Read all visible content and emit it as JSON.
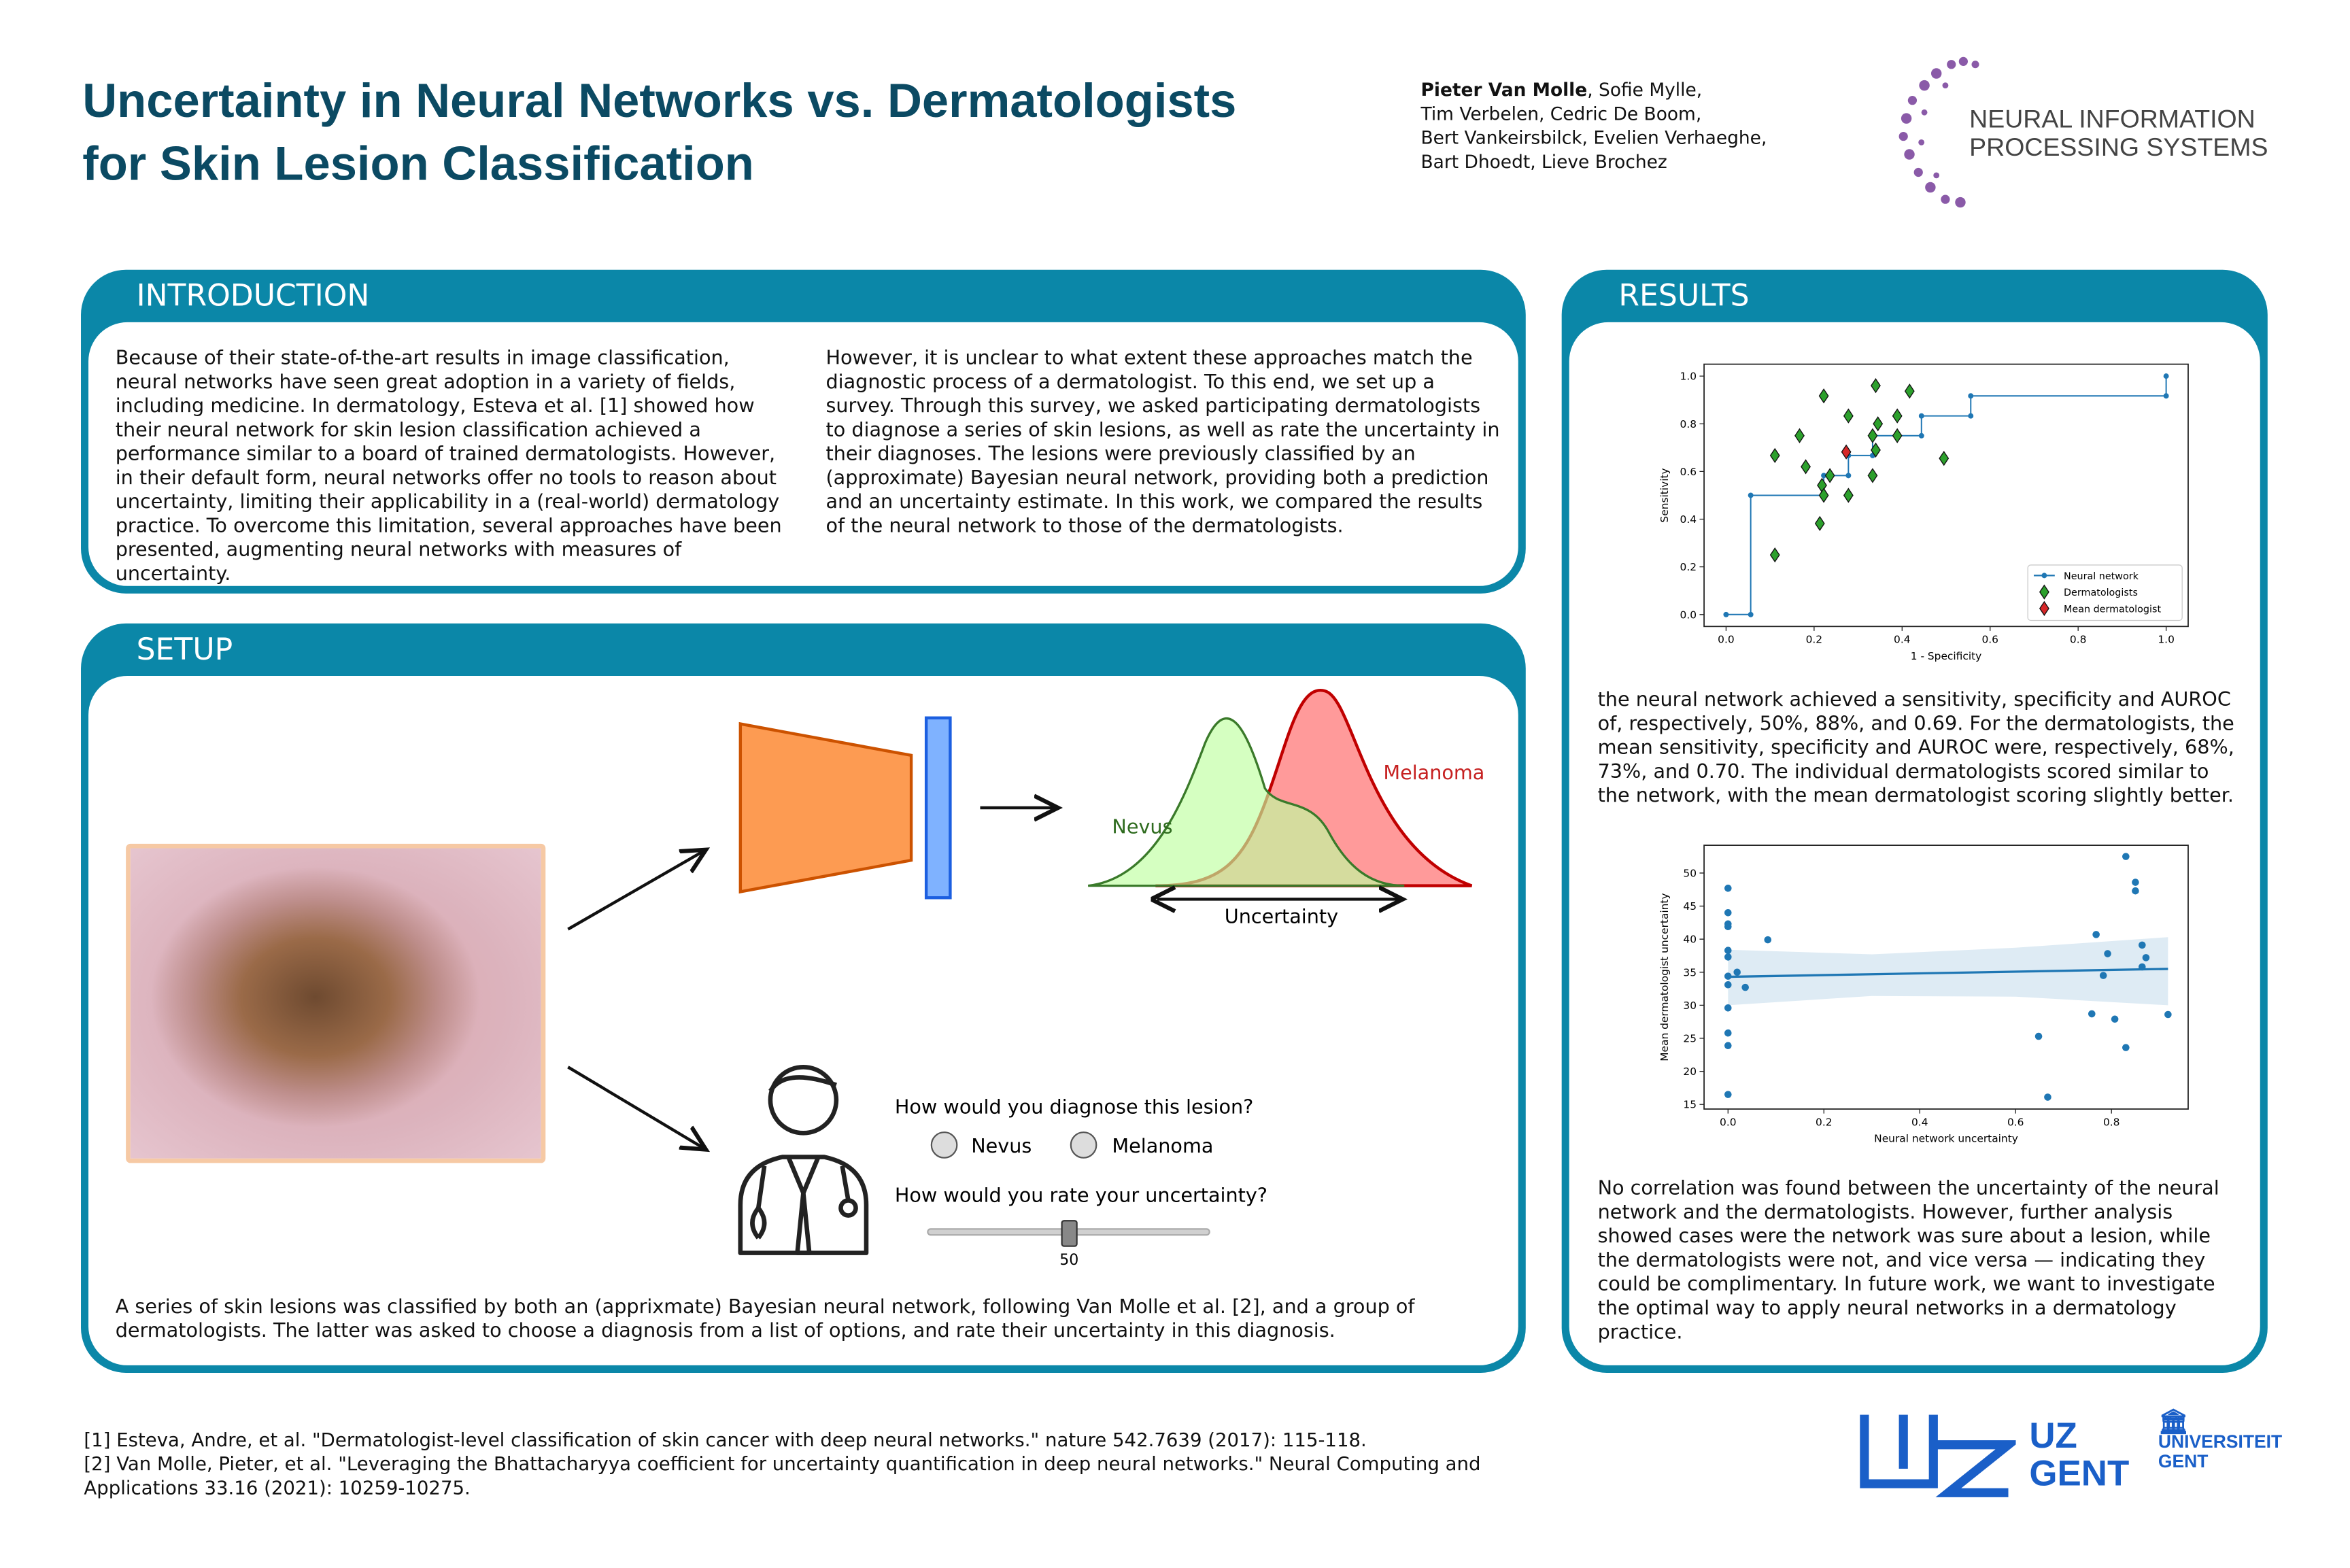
{
  "title": [
    "Uncertainty in Neural Networks vs. Dermatologists",
    "for Skin Lesion Classification"
  ],
  "authors": {
    "first": "Pieter Van Molle",
    "rest1": ", Sofie Mylle,",
    "line2": "Tim Verbelen, Cedric De Boom,",
    "line3": "Bert Vankeirsbilck, Evelien Verhaeghe,",
    "line4": "Bart Dhoedt, Lieve Brochez"
  },
  "logo_neurips": [
    "NEURAL INFORMATION",
    "PROCESSING SYSTEMS"
  ],
  "intro": {
    "title": "INTRODUCTION",
    "col1": "Because of their state-of-the-art results in image classification, neural networks have seen great adoption in a variety of fields, including medicine. In dermatology, Esteva et al. [1] showed how their neural network for skin lesion classification achieved a performance similar to a board of trained dermatologists. However, in their default form, neural networks offer no tools to reason about uncertainty, limiting their applicability in a (real-world) dermatology practice. To overcome this limitation, several approaches have been presented, augmenting neural networks with measures of uncertainty.",
    "col2": "However, it is unclear to what extent these approaches match the diagnostic process of a dermatologist. To this end, we set up a survey. Through this survey, we asked participating dermatologists to diagnose a series of skin lesions, as well as rate the uncertainty in their diagnoses. The lesions were previously classified by an (approximate) Bayesian neural network, providing both a prediction and an uncertainty estimate. In this work, we compared the results of the neural network to those of the dermatologists."
  },
  "setup": {
    "title": "SETUP",
    "nevus": "Nevus",
    "melanoma": "Melanoma",
    "uncertainty": "Uncertainty",
    "q1": "How would you diagnose this lesion?",
    "opt1": "Nevus",
    "opt2": "Melanoma",
    "q2": "How would you rate your uncertainty?",
    "slider_value": "50",
    "slider_fraction": 0.5,
    "caption": "A series of skin lesions was classified by both an (apprixmate) Bayesian neural network, following Van Molle et al. [2], and a group of dermatologists. The latter was asked to choose a diagnosis from a list of options, and rate their uncertainty in this diagnosis."
  },
  "results": {
    "title": "RESULTS",
    "para1": "the neural network achieved a sensitivity, specificity and AUROC of, respectively, 50%, 88%, and 0.69. For the dermatologists, the mean sensitivity, specificity and AUROC were, respectively, 68%, 73%, and 0.70. The individual dermatologists scored similar to the network, with the mean dermatologist scoring slightly better.",
    "para2": "No correlation was found between the uncertainty of the neural network and the dermatologists. However, further analysis showed cases were the network was sure about a lesion, while the dermatologists were not, and vice versa — indicating they could be complimentary. In future work, we want to investigate the optimal way to apply neural networks in a dermatology practice."
  },
  "refs": [
    "[1] Esteva, Andre, et al. \"Dermatologist-level classification of skin cancer with deep neural networks.\" nature 542.7639 (2017): 115-118.",
    "[2] Van Molle, Pieter, et al. \"Leveraging the Bhattacharyya coefficient for uncertainty quantification in deep neural networks.\" Neural Computing and Applications 33.16 (2021): 10259-10275."
  ],
  "logos": {
    "uz": [
      "UZ",
      "GENT"
    ],
    "ugent": [
      "UNIVERSITEIT",
      "GENT"
    ]
  },
  "colors": {
    "teal": "#0b87a8",
    "title": "#0b4a63",
    "nn": "#1f77b4",
    "derm": "#2ca02c",
    "mean": "#d62728"
  },
  "chart_data": [
    {
      "type": "line",
      "title": "",
      "xlabel": "1 - Specificity",
      "ylabel": "Sensitivity",
      "xlim": [
        -0.05,
        1.05
      ],
      "ylim": [
        -0.05,
        1.05
      ],
      "xticks": [
        "0.0",
        "0.2",
        "0.4",
        "0.6",
        "0.8",
        "1.0"
      ],
      "yticks": [
        "0.0",
        "0.2",
        "0.4",
        "0.6",
        "0.8",
        "1.0"
      ],
      "legend": "bottom-right",
      "series": [
        {
          "name": "Neural network",
          "kind": "line",
          "points": [
            [
              0,
              0
            ],
            [
              0.056,
              0
            ],
            [
              0.056,
              0.5
            ],
            [
              0.222,
              0.5
            ],
            [
              0.222,
              0.583
            ],
            [
              0.278,
              0.583
            ],
            [
              0.278,
              0.667
            ],
            [
              0.333,
              0.667
            ],
            [
              0.333,
              0.75
            ],
            [
              0.444,
              0.75
            ],
            [
              0.444,
              0.833
            ],
            [
              0.556,
              0.833
            ],
            [
              0.556,
              0.917
            ],
            [
              1,
              0.917
            ],
            [
              1,
              1
            ]
          ]
        },
        {
          "name": "Dermatologists",
          "kind": "scatter",
          "points": [
            [
              0.111,
              0.667
            ],
            [
              0.111,
              0.25
            ],
            [
              0.167,
              0.75
            ],
            [
              0.181,
              0.62
            ],
            [
              0.222,
              0.917
            ],
            [
              0.278,
              0.833
            ],
            [
              0.34,
              0.96
            ],
            [
              0.417,
              0.937
            ],
            [
              0.389,
              0.833
            ],
            [
              0.345,
              0.8
            ],
            [
              0.333,
              0.75
            ],
            [
              0.389,
              0.75
            ],
            [
              0.34,
              0.69
            ],
            [
              0.495,
              0.655
            ],
            [
              0.236,
              0.583
            ],
            [
              0.333,
              0.583
            ],
            [
              0.218,
              0.542
            ],
            [
              0.222,
              0.5
            ],
            [
              0.278,
              0.5
            ],
            [
              0.213,
              0.382
            ]
          ]
        },
        {
          "name": "Mean dermatologist",
          "kind": "scatter",
          "points": [
            [
              0.273,
              0.682
            ]
          ]
        }
      ]
    },
    {
      "type": "scatter",
      "title": "",
      "xlabel": "Neural network uncertainty",
      "ylabel": "Mean dermatologist uncertainty",
      "xlim": [
        -0.05,
        0.96
      ],
      "ylim": [
        14.3,
        54.2
      ],
      "xticks": [
        "0.0",
        "0.2",
        "0.4",
        "0.6",
        "0.8"
      ],
      "yticks": [
        "15",
        "20",
        "25",
        "30",
        "35",
        "40",
        "45",
        "50"
      ],
      "points": [
        [
          0,
          47.7
        ],
        [
          0,
          44
        ],
        [
          0,
          42.3
        ],
        [
          0,
          41.9
        ],
        [
          0,
          38.3
        ],
        [
          0,
          37.3
        ],
        [
          0,
          34.4
        ],
        [
          0,
          33.1
        ],
        [
          0,
          29.6
        ],
        [
          0,
          25.8
        ],
        [
          0,
          23.9
        ],
        [
          0,
          16.5
        ],
        [
          0.019,
          35
        ],
        [
          0.036,
          32.7
        ],
        [
          0.083,
          39.9
        ],
        [
          0.648,
          25.3
        ],
        [
          0.667,
          16.1
        ],
        [
          0.759,
          28.7
        ],
        [
          0.768,
          40.7
        ],
        [
          0.783,
          34.5
        ],
        [
          0.792,
          37.8
        ],
        [
          0.807,
          27.9
        ],
        [
          0.83,
          52.5
        ],
        [
          0.83,
          23.6
        ],
        [
          0.85,
          48.6
        ],
        [
          0.85,
          47.3
        ],
        [
          0.864,
          39.1
        ],
        [
          0.864,
          35.8
        ],
        [
          0.872,
          37.2
        ],
        [
          0.918,
          28.6
        ]
      ],
      "regression": [
        [
          0,
          34.3
        ],
        [
          0.918,
          35.5
        ]
      ],
      "ci_band": {
        "x": [
          0,
          0.3,
          0.6,
          0.918
        ],
        "lower": [
          30,
          31.4,
          31.3,
          30
        ],
        "upper": [
          38.4,
          37.7,
          38.7,
          40.3
        ]
      }
    }
  ]
}
